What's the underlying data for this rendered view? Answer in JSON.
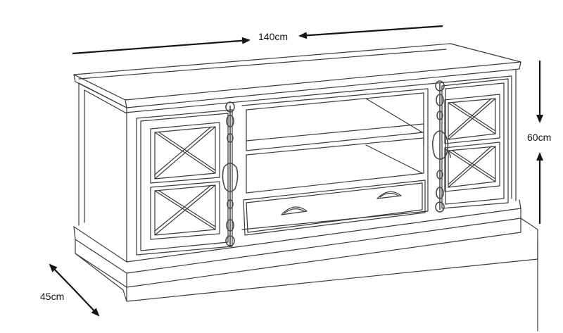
{
  "dimensions": {
    "width": "140cm",
    "height": "60cm",
    "depth": "45cm"
  },
  "colors": {
    "line": "#3a3a3a",
    "arrow": "#151515",
    "hardware": "#6a6a6a",
    "background": "#ffffff"
  },
  "icons": {
    "door_pattern": "x-cross-icon",
    "drawer_handle": "cup-pull-handle-icon",
    "hinge": "ornate-hinge-icon"
  }
}
